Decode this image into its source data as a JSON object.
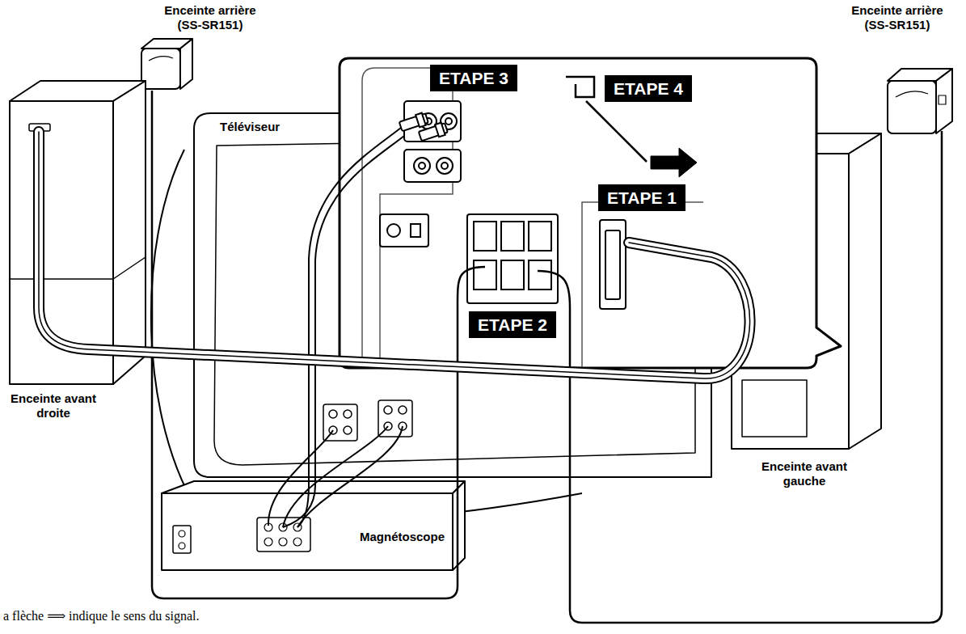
{
  "diagram": {
    "caption": "a flèche ⟹ indique le sens du signal.",
    "nodes": [
      {
        "text": [
          "Enceinte arrière (SS-SR151)"
        ]
      },
      {
        "text": [
          "Téléviseur"
        ]
      },
      {
        "text": [
          "ETAPE 3"
        ]
      },
      {
        "text": [
          "ETAPE 4"
        ]
      },
      {
        "text": [
          "ETAPE 1"
        ]
      },
      {
        "text": [
          "ETAPE 2"
        ]
      },
      {
        "text": [
          "Enceinte arrière (SS-SR151)"
        ]
      },
      {
        "text": [
          "Enceinte avant droite"
        ]
      },
      {
        "text": [
          "Magnétoscope"
        ]
      },
      {
        "text": [
          "Enceinte avant gauche"
        ]
      }
    ]
  }
}
